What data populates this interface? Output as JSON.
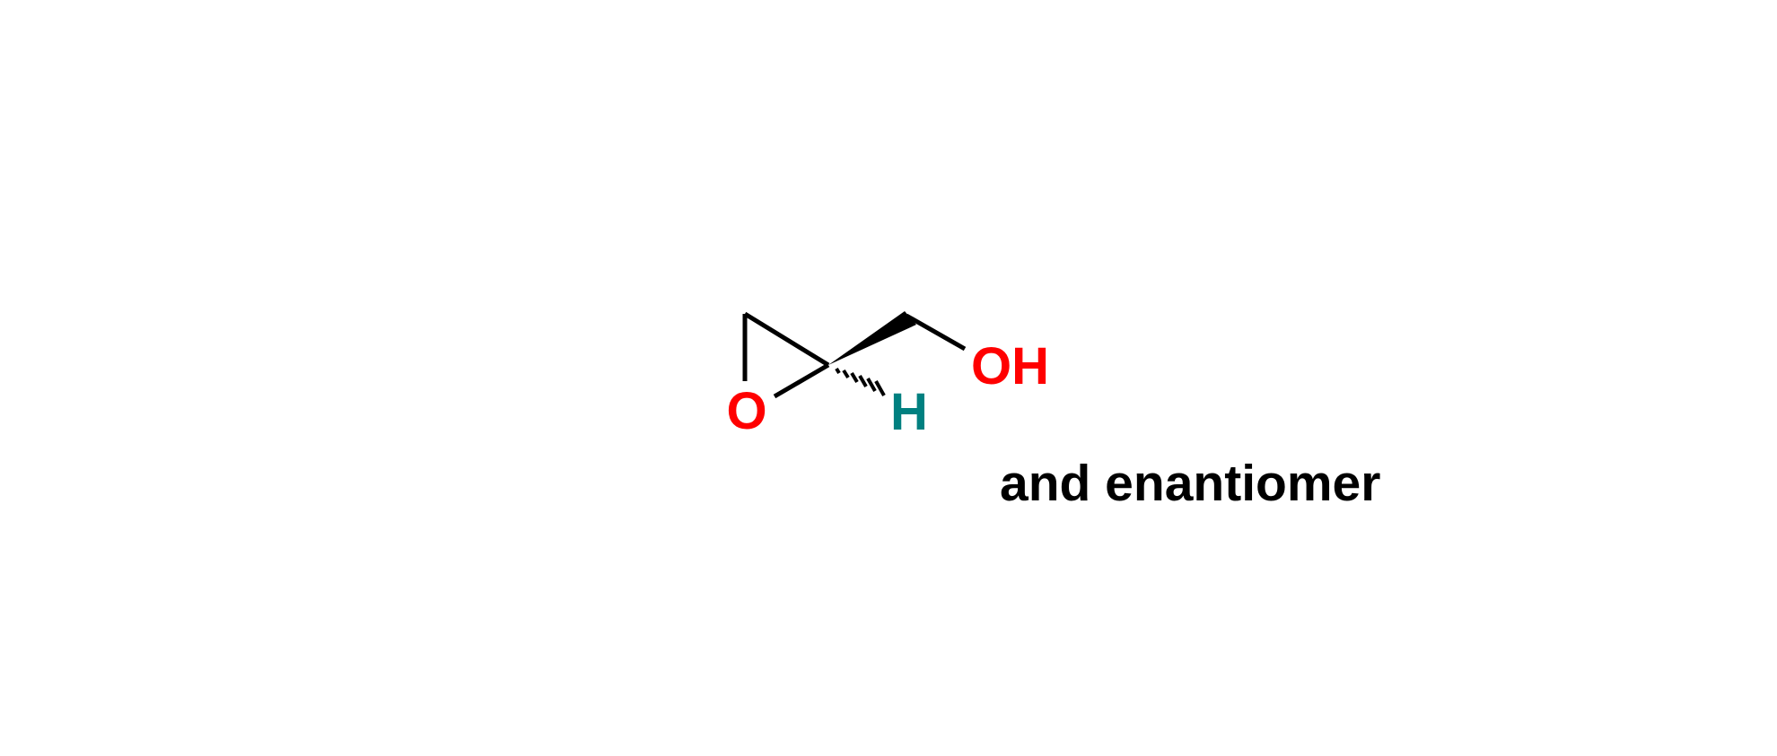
{
  "molecule": {
    "atoms": {
      "ring_oxygen": "O",
      "hydroxyl": "OH",
      "stereo_hydrogen": "H"
    },
    "colors": {
      "oxygen": "#ff0000",
      "hydrogen": "#008080",
      "bond": "#000000"
    }
  },
  "caption": "and enantiomer"
}
